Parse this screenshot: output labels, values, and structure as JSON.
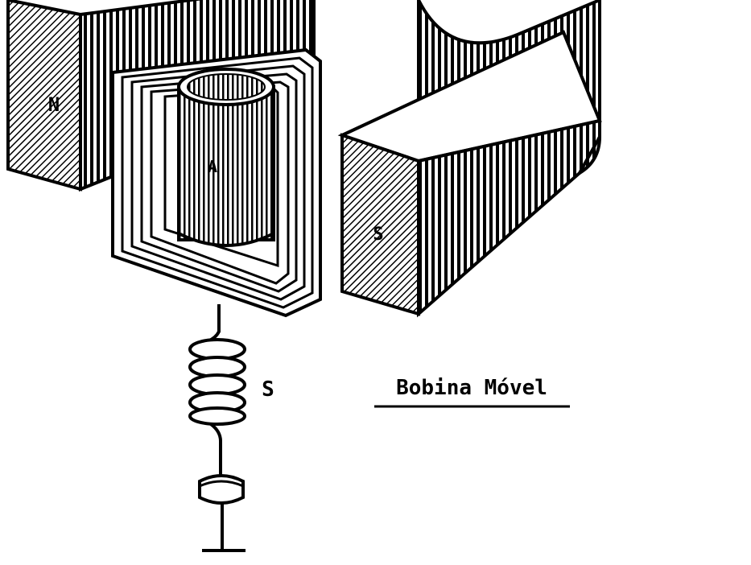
{
  "diagram": {
    "caption": "Bobina Móvel",
    "spring_label": "S",
    "pole_north": "N",
    "pole_south": "S",
    "core_label": "A",
    "colors": {
      "ink": "#000000",
      "paper": "#ffffff"
    }
  }
}
